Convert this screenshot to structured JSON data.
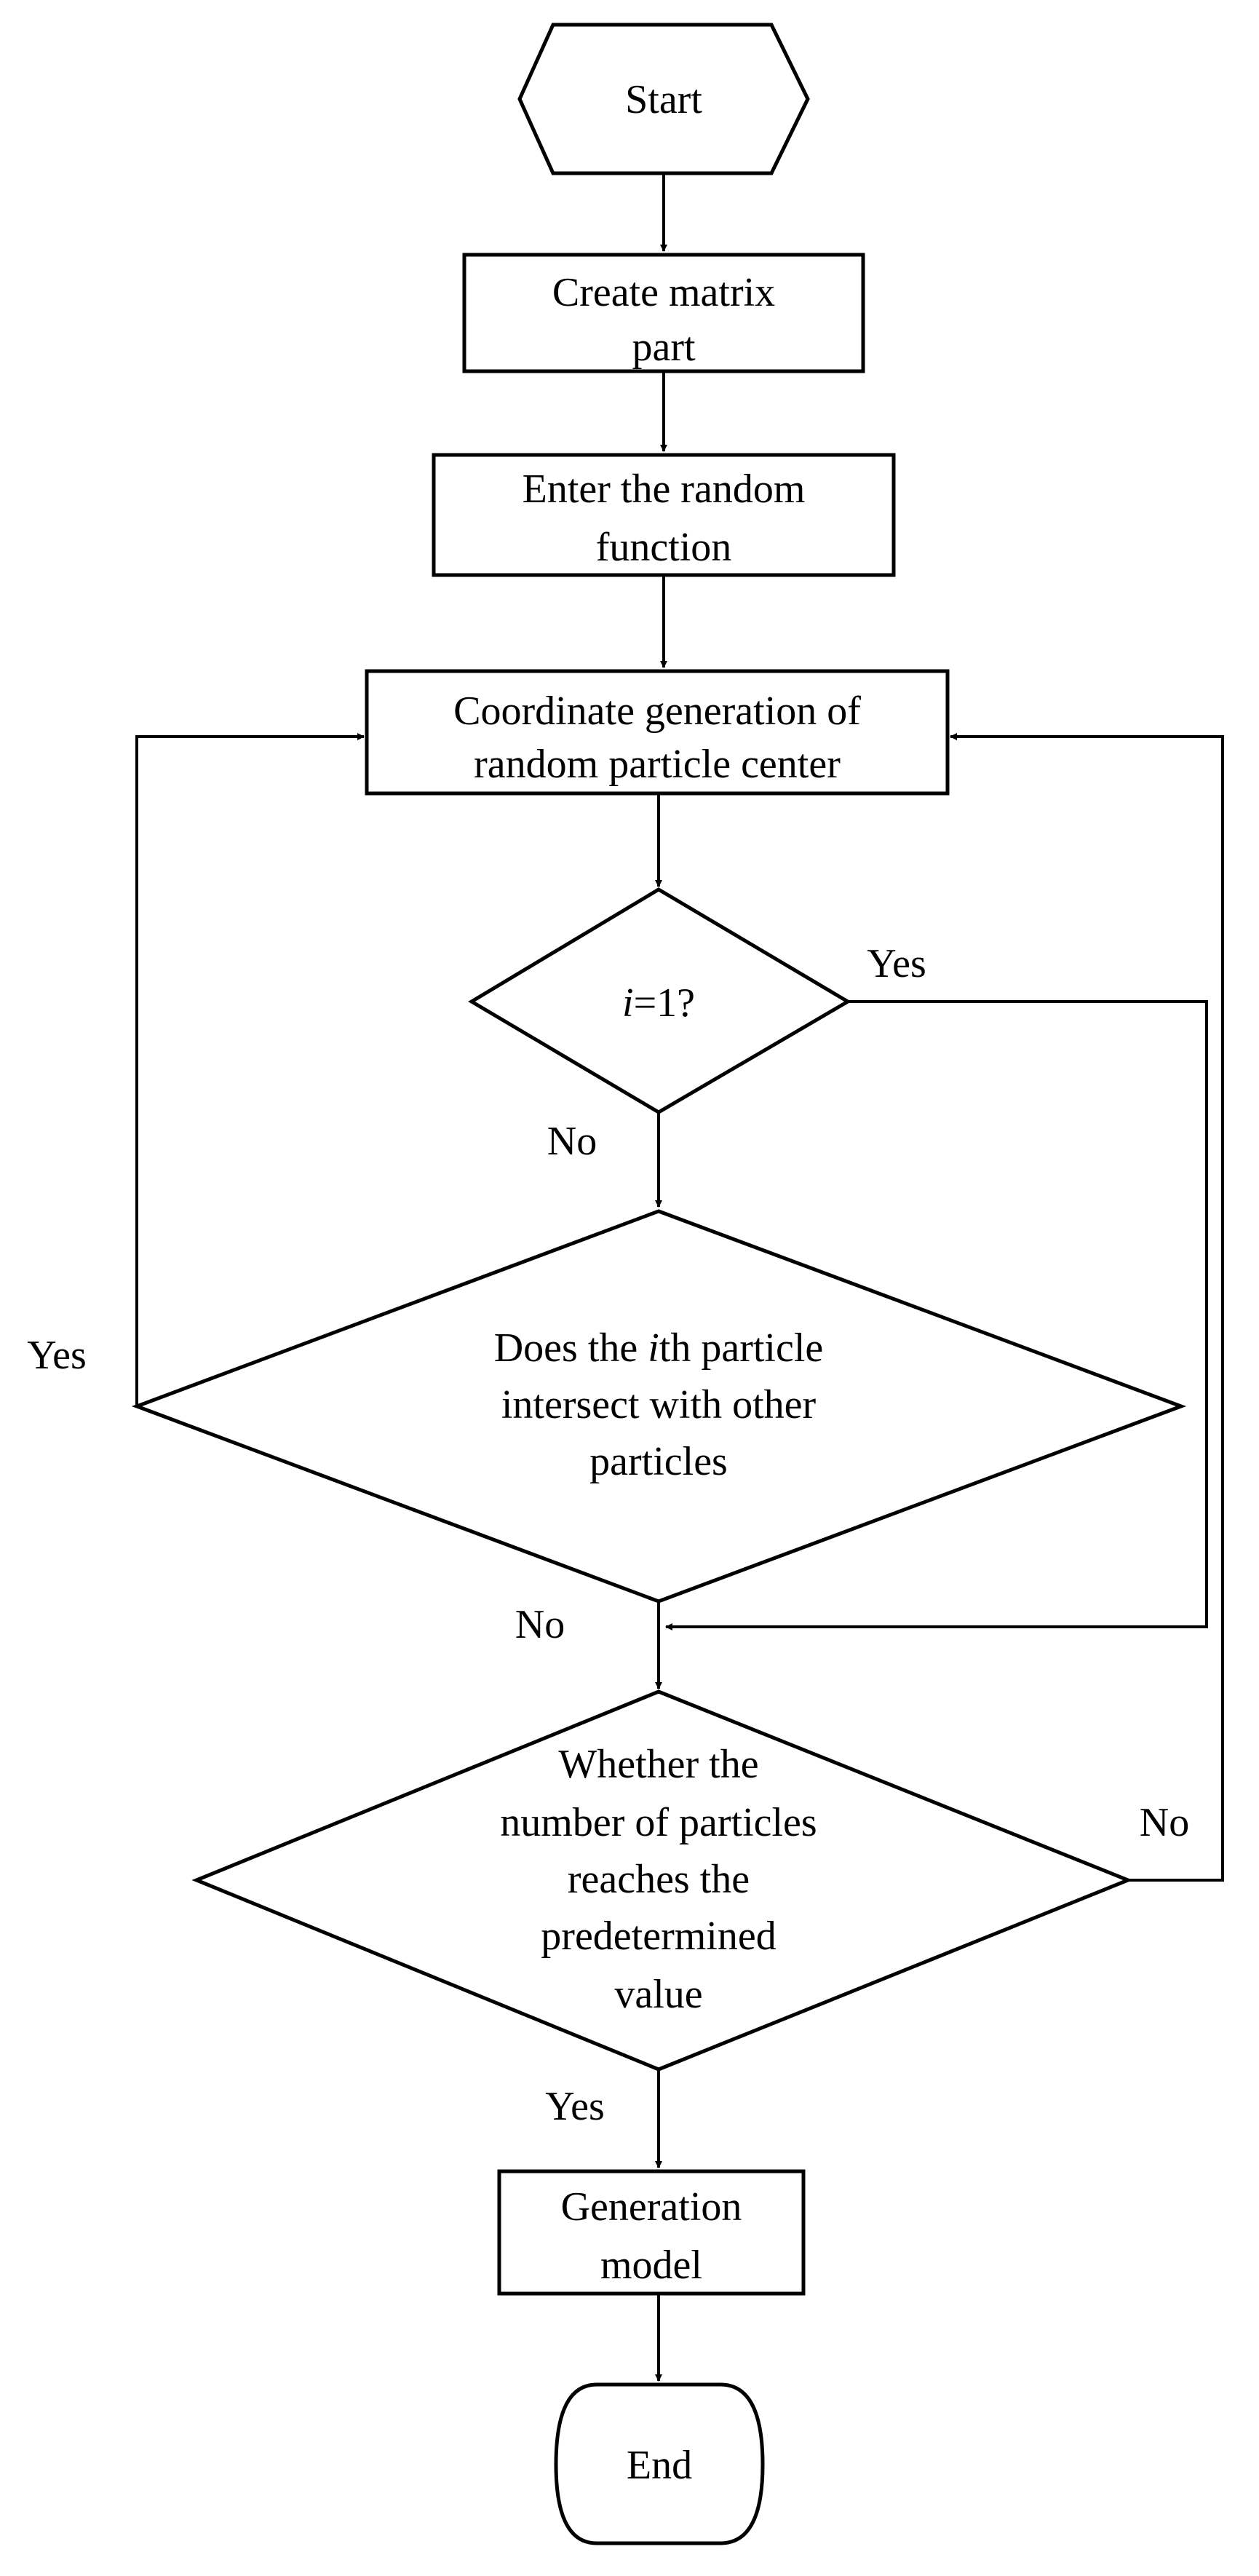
{
  "nodes": {
    "start": {
      "text": "Start"
    },
    "create_matrix": {
      "line1": "Create matrix",
      "line2": "part"
    },
    "random_function": {
      "line1": "Enter the random",
      "line2": "function"
    },
    "coordinate_gen": {
      "line1": "Coordinate generation of",
      "line2": "random particle center"
    },
    "decision_i1": {
      "pre": "i",
      "post": "=1?"
    },
    "decision_intersect": {
      "line1_pre": "Does the ",
      "line1_i": "i",
      "line1_post": "th particle",
      "line2": "intersect with other",
      "line3": "particles"
    },
    "decision_count": {
      "line1": "Whether the",
      "line2": "number of particles",
      "line3": "reaches the",
      "line4": "predetermined",
      "line5": "value"
    },
    "generation_model": {
      "line1": "Generation",
      "line2": "model"
    },
    "end": {
      "text": "End"
    }
  },
  "edges": {
    "i1_yes": "Yes",
    "i1_no": "No",
    "intersect_yes": "Yes",
    "intersect_no": "No",
    "count_no": "No",
    "count_yes": "Yes"
  },
  "colors": {
    "stroke": "#000000",
    "fill": "#ffffff",
    "text": "#000000"
  }
}
